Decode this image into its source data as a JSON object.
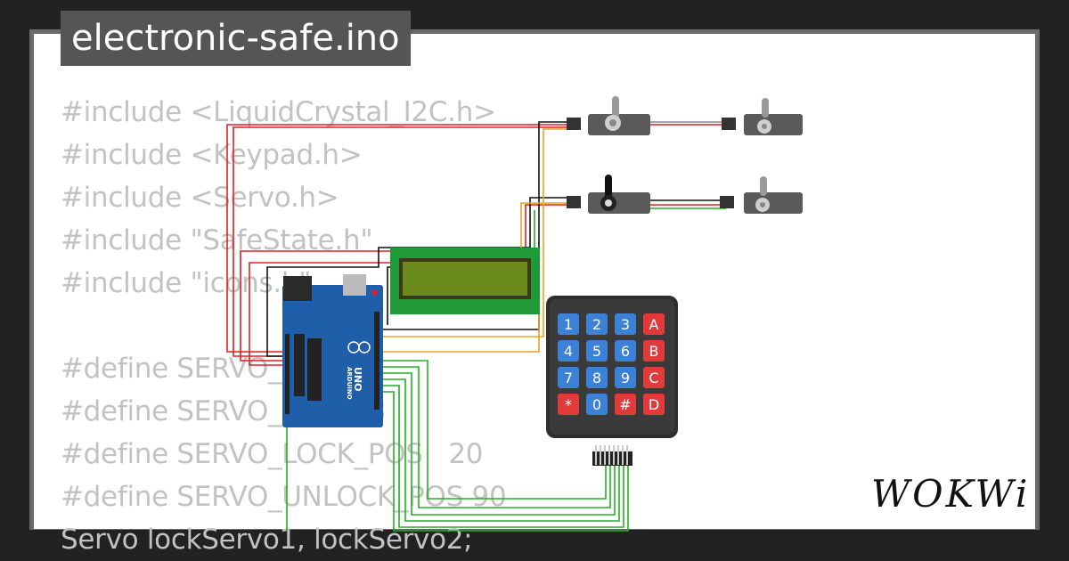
{
  "project": {
    "filename": "electronic-safe.ino"
  },
  "code_lines": [
    "#include <LiquidCrystal_I2C.h>",
    "#include <Keypad.h>",
    "#include <Servo.h>",
    "#include \"SafeState.h\"",
    "#include \"icons.h\"",
    "",
    "#define SERVO_PIN 6",
    "#define SERVO_PINT 13",
    "#define SERVO_LOCK_POS   20",
    "#define SERVO_UNLOCK_POS 90",
    "Servo lockServo1, lockServo2;"
  ],
  "brand": {
    "logo_text": "WOKWi"
  },
  "keypad": {
    "keys": [
      [
        "1",
        "2",
        "3",
        "A"
      ],
      [
        "4",
        "5",
        "6",
        "B"
      ],
      [
        "7",
        "8",
        "9",
        "C"
      ],
      [
        "*",
        "0",
        "#",
        "D"
      ]
    ]
  },
  "arduino": {
    "brand_label": "ARDUINO",
    "model_label": "UNO"
  },
  "colors": {
    "background": "#222222",
    "card": "#ffffff",
    "code_text": "#c2c2c2",
    "title_tab": "#555555",
    "board_blue": "#1f5ea8",
    "lcd_green": "#1f9a37",
    "lcd_screen": "#6b8b1e",
    "keypad_body": "#2e2e2e",
    "key_blue": "#3b82d6",
    "key_red": "#e03a3a",
    "servo_gray": "#5a5a5a",
    "wire_red": "#e02020",
    "wire_black": "#111111",
    "wire_green": "#22b022",
    "wire_orange": "#f0a020"
  }
}
